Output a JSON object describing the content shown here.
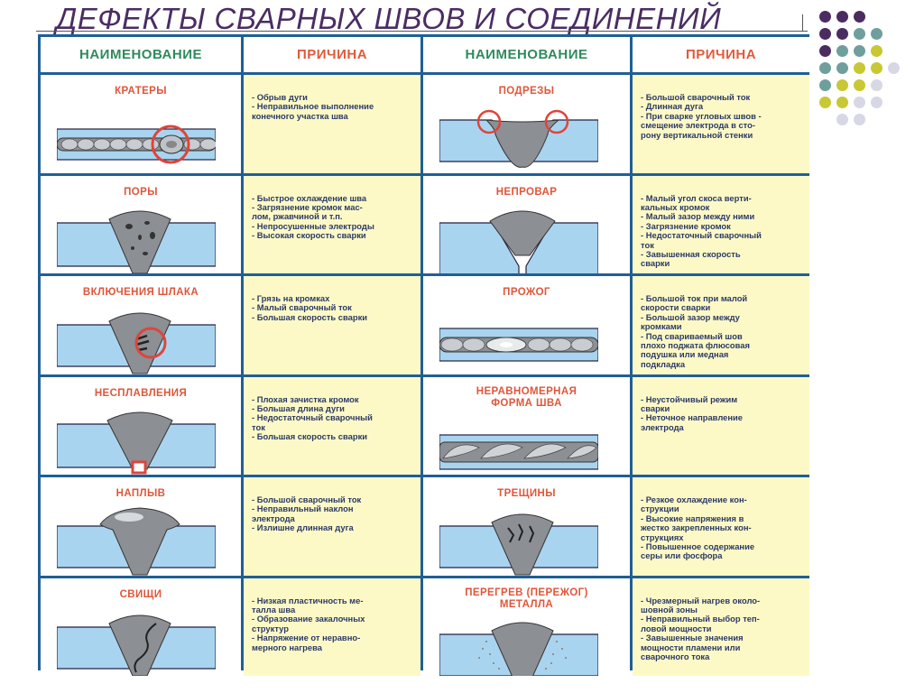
{
  "title": "ДЕФЕКТЫ СВАРНЫХ ШВОВ И СОЕДИНЕНИЙ",
  "headers": {
    "name_left": "НАИМЕНОВАНИЕ",
    "cause_left": "ПРИЧИНА",
    "name_right": "НАИМЕНОВАНИЕ",
    "cause_right": "ПРИЧИНА"
  },
  "colors": {
    "title": "#4a2d63",
    "grid": "#1f5f96",
    "defect_name": "#e0563a",
    "cause_bg": "#fdf9c6",
    "cause_text": "#2b3a66",
    "plate": "#a9d4ef",
    "weld": "#8c8f94",
    "highlight": "#e0443a"
  },
  "rows": [
    {
      "left": {
        "name": "КРАТЕРЫ",
        "cause": "- Обрыв дуги\n- Неправильное выполнение\nконечного участка шва",
        "icon": "crater-icon"
      },
      "right": {
        "name": "ПОДРЕЗЫ",
        "cause": "- Большой сварочный ток\n- Длинная дуга\n- При сварке угловых швов -\nсмещение электрода в сто-\nрону вертикальной стенки",
        "icon": "undercut-icon"
      }
    },
    {
      "left": {
        "name": "ПОРЫ",
        "cause": "- Быстрое охлаждение шва\n- Загрязнение кромок мас-\nлом, ржавчиной и т.п.\n- Непросушенные электроды\n- Высокая скорость сварки",
        "icon": "pores-icon"
      },
      "right": {
        "name": "НЕПРОВАР",
        "cause": "- Малый угол скоса верти-\nкальных кромок\n- Малый зазор между ними\n- Загрязнение кромок\n- Недостаточный сварочный\nток\n- Завышенная скорость\nсварки",
        "icon": "incomplete-penetration-icon"
      }
    },
    {
      "left": {
        "name": "ВКЛЮЧЕНИЯ ШЛАКА",
        "cause": "- Грязь на кромках\n- Малый сварочный ток\n- Большая скорость сварки",
        "icon": "slag-inclusion-icon"
      },
      "right": {
        "name": "ПРОЖОГ",
        "cause": "- Большой ток при малой\nскорости сварки\n- Большой зазор между\nкромками\n- Под свариваемый шов\nплохо поджата флюсовая\nподушка или медная\nподкладка",
        "icon": "burn-through-icon"
      }
    },
    {
      "left": {
        "name": "НЕСПЛАВЛЕНИЯ",
        "cause": "- Плохая зачистка кромок\n- Большая длина дуги\n- Недостаточный сварочный\nток\n- Большая скорость сварки",
        "icon": "lack-of-fusion-icon"
      },
      "right": {
        "name": "НЕРАВНОМЕРНАЯ\nФОРМА ШВА",
        "cause": "- Неустойчивый режим\nсварки\n- Неточное направление\nэлектрода",
        "icon": "uneven-weld-icon"
      }
    },
    {
      "left": {
        "name": "НАПЛЫВ",
        "cause": "- Большой сварочный ток\n- Неправильный наклон\nэлектрода\n- Излишне длинная дуга",
        "icon": "overlap-icon"
      },
      "right": {
        "name": "ТРЕЩИНЫ",
        "cause": "- Резкое охлаждение кон-\nструкции\n- Высокие напряжения в\nжестко закрепленных кон-\nструкциях\n- Повышенное содержание\nсеры или фосфора",
        "icon": "cracks-icon"
      }
    },
    {
      "left": {
        "name": "СВИЩИ",
        "cause": "- Низкая пластичность ме-\nталла шва\n- Образование закалочных\nструктур\n- Напряжение от неравно-\nмерного нагрева",
        "icon": "fistula-icon"
      },
      "right": {
        "name": "ПЕРЕГРЕВ (ПЕРЕЖОГ)\nМЕТАЛЛА",
        "cause": "- Чрезмерный нагрев около-\nшовной зоны\n- Неправильный выбор теп-\nловой мощности\n- Завышенные значения\nмощности пламени или\nсварочного тока",
        "icon": "overheating-icon"
      }
    }
  ]
}
